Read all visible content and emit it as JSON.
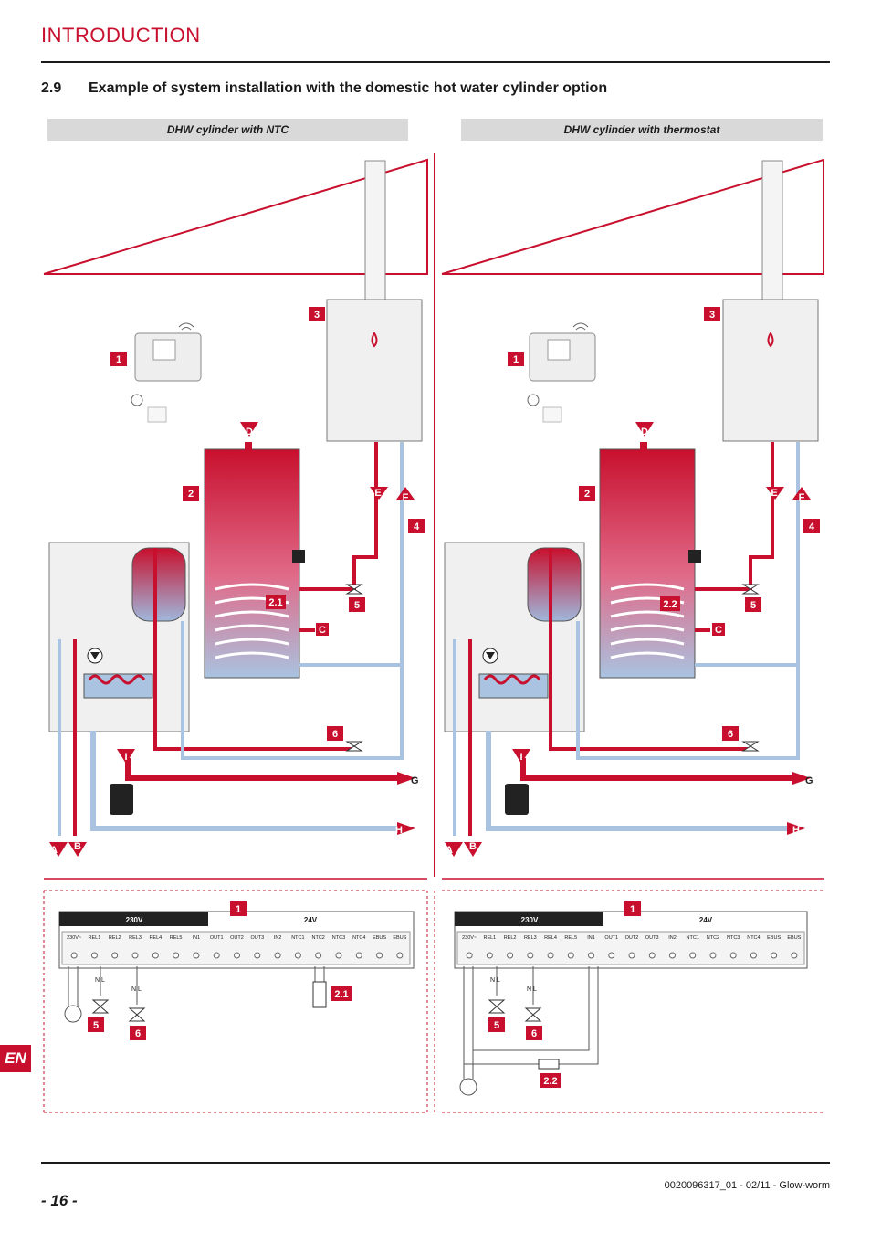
{
  "header": {
    "title": "INTRODUCTION"
  },
  "section": {
    "number": "2.9",
    "title": "Example of system installation with the domestic hot water cylinder option"
  },
  "panels": {
    "left_caption": "DHW cylinder with NTC",
    "right_caption": "DHW cylinder with thermostat"
  },
  "callouts": {
    "n1": "1",
    "n2": "2",
    "n3": "3",
    "n4": "4",
    "n5": "5",
    "n6": "6",
    "sensor_left": "2.1",
    "sensor_right": "2.2",
    "A": "A",
    "B": "B",
    "C": "C",
    "D": "D",
    "E": "E",
    "F": "F",
    "G": "G",
    "H": "H",
    "I": "I"
  },
  "wiring": {
    "v230": "230V",
    "v24": "24V",
    "terminals": [
      "230V~",
      "REL1",
      "REL2",
      "REL3",
      "REL4",
      "REL5",
      "IN1",
      "OUT1",
      "OUT2",
      "OUT3",
      "IN2",
      "NTC1",
      "NTC2",
      "NTC3",
      "NTC4",
      "EBUS",
      "EBUS"
    ],
    "nl": "N  L"
  },
  "footer": {
    "lang": "EN",
    "doc_ref": "0020096317_01 - 02/11 - Glow-worm",
    "page": "- 16 -"
  },
  "colors": {
    "accent": "#c8102e",
    "hot": "#c8102e",
    "cold": "#a9c3e0",
    "band": "#d9d9d9"
  }
}
